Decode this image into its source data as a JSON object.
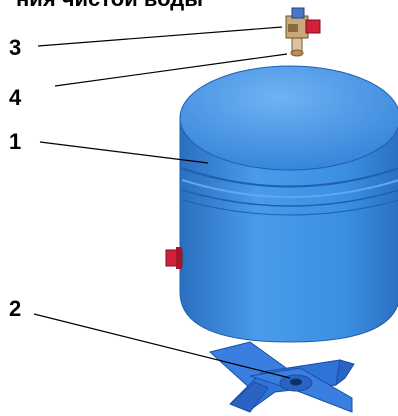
{
  "title": "ния чистой воды",
  "callouts": [
    {
      "id": "3",
      "label": "3",
      "part": "valve-with-cap"
    },
    {
      "id": "4",
      "label": "4",
      "part": "nipple"
    },
    {
      "id": "1",
      "label": "1",
      "part": "tank-body"
    },
    {
      "id": "2",
      "label": "2",
      "part": "cross-base-stand"
    }
  ],
  "colors": {
    "tank": "#3b8fe3",
    "tank_dark": "#2a6fc0",
    "tank_light": "#63aaf0",
    "base": "#2f73d6",
    "cap": "#d21f3c",
    "fitting": "#b98b5a",
    "lines": "#000000"
  }
}
